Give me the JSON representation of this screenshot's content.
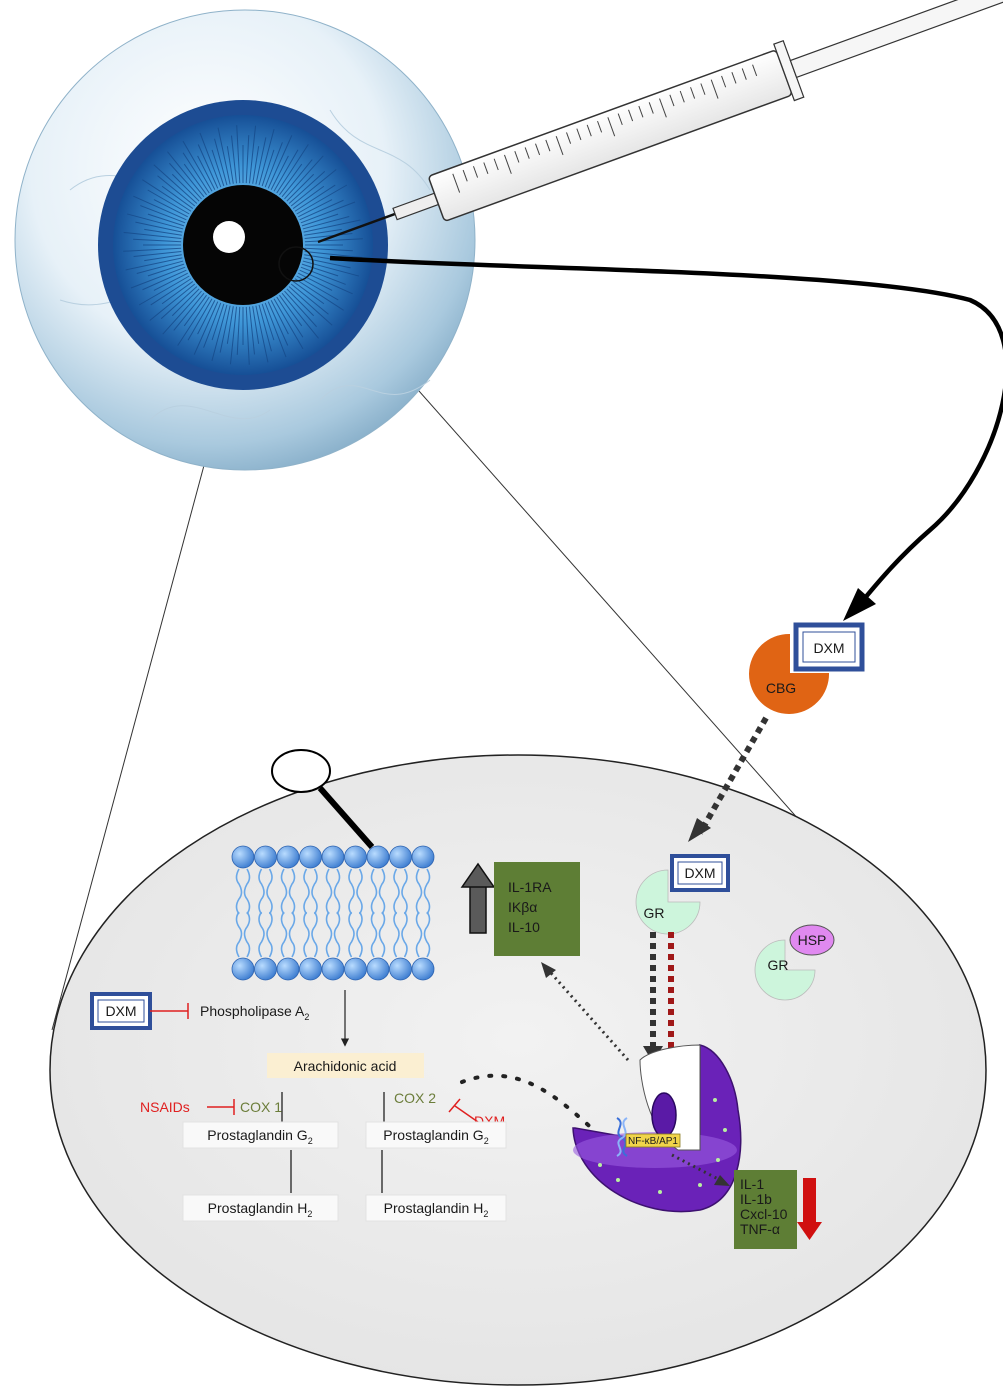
{
  "labels": {
    "dxm": "DXM",
    "cbg": "CBG",
    "gr": "GR",
    "hsp": "HSP",
    "phospholipase": "Phospholipase A",
    "phospholipase_sub": "2",
    "arachidonic_acid": "Arachidonic acid",
    "nsaids": "NSAIDs",
    "cox1": "COX 1",
    "cox2": "COX 2",
    "prostaglandin": "Prostaglandin ",
    "g": "G",
    "h": "H",
    "sub_2": "2",
    "nfkb": "NF-κB/AP1"
  },
  "upregulated": [
    "IL-1RA",
    "IKβα",
    "IL-10"
  ],
  "downregulated": [
    "IL-1",
    "IL-1b",
    "Cxcl-10",
    "TNF-α"
  ],
  "colors": {
    "green_box": "#5e7e35",
    "cbg_orange": "#e06414",
    "gr_mint": "#cdf5dc",
    "hsp_purple": "#e089f0",
    "dxm_frame": "#2f4f9a",
    "inhibit_red": "#e02020",
    "down_arrow": "#d01010",
    "nucleus_purple": "#6a22b8",
    "membrane_blue": "#6aa8e8",
    "cell_gray": "#ececec"
  }
}
